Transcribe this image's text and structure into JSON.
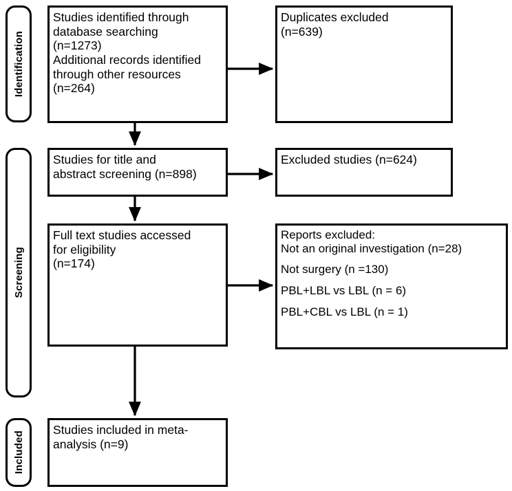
{
  "diagram": {
    "type": "prisma-flow-diagram",
    "stages": [
      {
        "id": "identification",
        "label": "Identification"
      },
      {
        "id": "screening",
        "label": "Screening"
      },
      {
        "id": "included",
        "label": "Included"
      }
    ],
    "boxes": {
      "identified": {
        "text": "Studies identified through database searching (n=1273)\nAdditional records identified through other resources (n=264)",
        "display": "Studies identified through\ndatabase searching\n(n=1273)\nAdditional records identified\nthrough other resources\n(n=264)",
        "counts": {
          "database_searching": 1273,
          "other_resources": 264
        }
      },
      "duplicates": {
        "display": "Duplicates excluded\n(n=639)",
        "counts": {
          "duplicates_excluded": 639
        }
      },
      "screening": {
        "display": "Studies for title and\nabstract screening (n=898)",
        "counts": {
          "title_abstract_screened": 898
        }
      },
      "excluded": {
        "display": "Excluded studies (n=624)",
        "counts": {
          "excluded_studies": 624
        }
      },
      "fulltext": {
        "display": "Full text studies accessed\nfor eligibility\n(n=174)",
        "counts": {
          "full_text_assessed": 174
        }
      },
      "reports": {
        "heading": "Reports excluded:",
        "lines": [
          "Not an original investigation (n=28)",
          "Not surgery (n =130)",
          "PBL+LBL vs LBL (n = 6)",
          "PBL+CBL vs LBL (n = 1)"
        ],
        "counts": {
          "not_original_investigation": 28,
          "not_surgery": 130,
          "pbl_lbl_vs_lbl": 6,
          "pbl_cbl_vs_lbl": 1
        }
      },
      "included": {
        "display": "Studies included in meta-\nanalysis (n=9)",
        "counts": {
          "included_in_meta_analysis": 9
        }
      }
    },
    "colors": {
      "stroke": "#000000",
      "background": "#ffffff",
      "text": "#000000"
    }
  }
}
